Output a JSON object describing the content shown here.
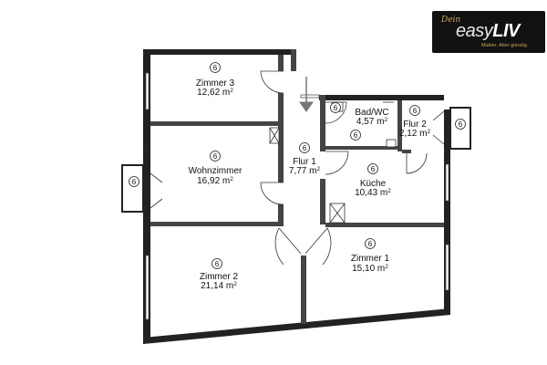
{
  "logo": {
    "script": "Dein",
    "brand_light": "easy",
    "brand_bold": "LIV",
    "tagline": "Makler. Aber günstig."
  },
  "rooms": [
    {
      "id": "zimmer3",
      "name": "Zimmer 3",
      "area": "12,62 m",
      "marker": "6"
    },
    {
      "id": "wohnzimmer",
      "name": "Wohnzimmer",
      "area": "16,92 m",
      "marker": "6"
    },
    {
      "id": "flur1",
      "name": "Flur 1",
      "area": "7,77 m",
      "marker": "6"
    },
    {
      "id": "bad",
      "name": "Bad/WC",
      "area": "4,57 m",
      "marker": "6"
    },
    {
      "id": "flur2",
      "name": "Flur 2",
      "area": "2,12 m",
      "marker": "6"
    },
    {
      "id": "kueche",
      "name": "Küche",
      "area": "10,43 m",
      "marker": "6"
    },
    {
      "id": "zimmer2",
      "name": "Zimmer 2",
      "area": "21,14 m",
      "marker": "6"
    },
    {
      "id": "zimmer1",
      "name": "Zimmer 1",
      "area": "15,10 m",
      "marker": "6"
    }
  ],
  "extra_markers": [
    {
      "id": "balcony-left",
      "marker": "6"
    },
    {
      "id": "balcony-right",
      "marker": "6"
    },
    {
      "id": "bad-inner",
      "marker": "6"
    }
  ],
  "area_unit_superscript": "2",
  "side_mark": "1"
}
